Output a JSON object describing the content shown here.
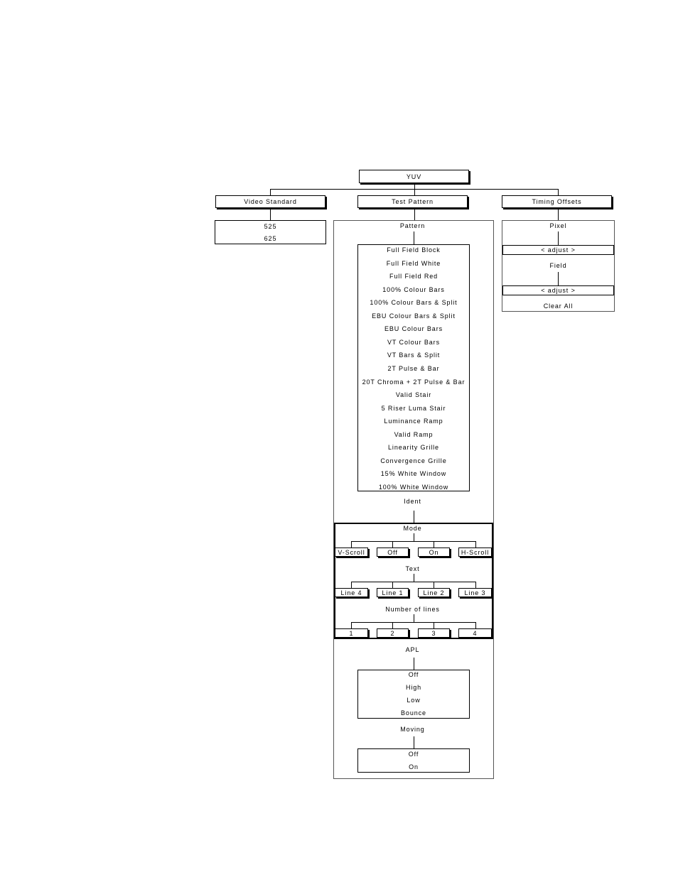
{
  "root": {
    "label": "YUV"
  },
  "branches": {
    "video_standard": {
      "label": "Video Standard",
      "options": [
        "525",
        "625"
      ]
    },
    "test_pattern": {
      "label": "Test Pattern",
      "pattern": {
        "label": "Pattern",
        "options": [
          "Full Field Block",
          "Full Field White",
          "Full Field Red",
          "100% Colour Bars",
          "100% Colour Bars & Split",
          "EBU Colour Bars & Split",
          "EBU Colour Bars",
          "VT Colour Bars",
          "VT Bars & Split",
          "2T Pulse & Bar",
          "20T Chroma + 2T Pulse & Bar",
          "Valid Stair",
          "5 Riser Luma Stair",
          "Luminance Ramp",
          "Valid Ramp",
          "Linearity Grille",
          "Convergence Grille",
          "15% White Window",
          "100% White Window"
        ]
      },
      "ident": {
        "label": "Ident",
        "mode": {
          "label": "Mode",
          "options": [
            "V-Scroll",
            "Off",
            "On",
            "H-Scroll"
          ]
        },
        "text": {
          "label": "Text",
          "options": [
            "Line 4",
            "Line 1",
            "Line 2",
            "Line 3"
          ]
        },
        "number_of_lines": {
          "label": "Number of lines",
          "options": [
            "1",
            "2",
            "3",
            "4"
          ]
        }
      },
      "apl": {
        "label": "APL",
        "options": [
          "Off",
          "High",
          "Low",
          "Bounce"
        ]
      },
      "moving": {
        "label": "Moving",
        "options": [
          "Off",
          "On"
        ]
      }
    },
    "timing_offsets": {
      "label": "Timing Offsets",
      "pixel": {
        "label": "Pixel",
        "adjust": "< adjust >"
      },
      "field": {
        "label": "Field",
        "adjust": "< adjust >"
      },
      "clear_all": "Clear All"
    }
  }
}
